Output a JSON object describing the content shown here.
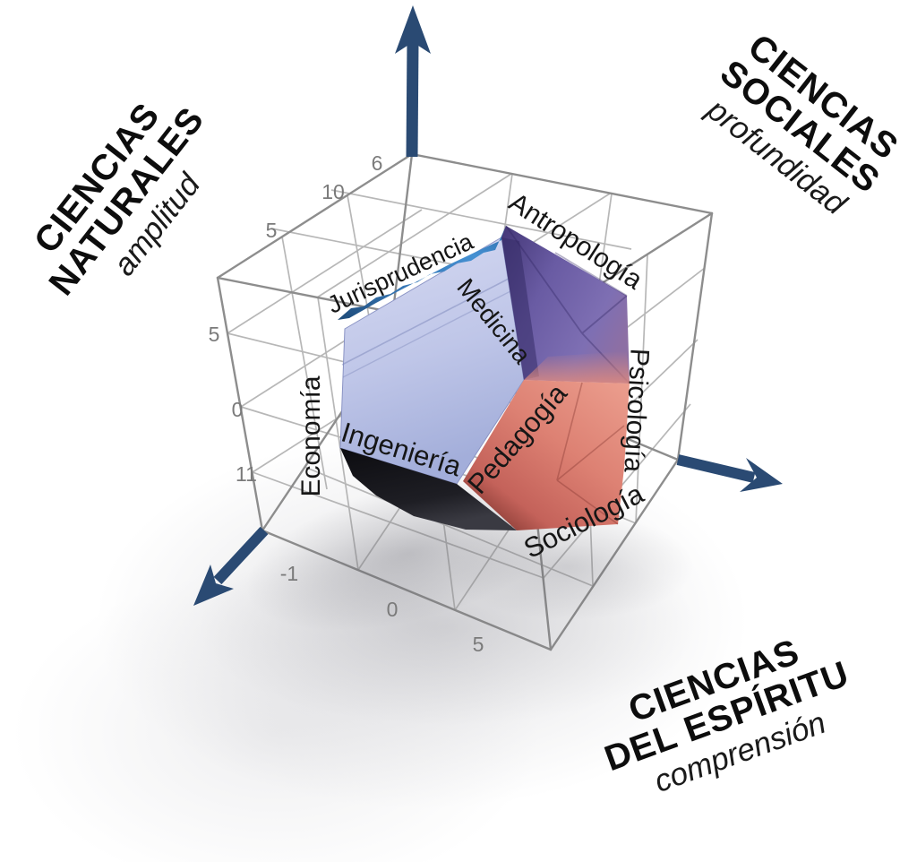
{
  "axis_labels": {
    "natural": {
      "line1": "CIENCIAS",
      "line2": "NATURALES",
      "sub": "amplitud"
    },
    "social": {
      "line1": "CIENCIAS",
      "line2": "SOCIALES",
      "sub": "profundidad"
    },
    "spirit": {
      "line1": "CIENCIAS",
      "line2": "DEL ESPÍRITU",
      "sub": "comprensión"
    }
  },
  "face_labels": {
    "jurisprudencia": "Jurisprudencia",
    "antropologia": "Antropología",
    "medicina": "Medicina",
    "psicologia": "Psicología",
    "economia": "Economía",
    "ingenieria": "Ingeniería",
    "pedagogia": "Pedagogía",
    "sociologia": "Sociología"
  },
  "ticks": {
    "vertical_top": "6",
    "upper_edge_1": "10",
    "upper_edge_2": "5",
    "left_edge_1": "5",
    "left_edge_2": "0",
    "left_edge_3": "11",
    "bottom_edge_1": "-1",
    "bottom_edge_2": "0",
    "bottom_edge_3": "5"
  },
  "colors": {
    "arrow": "#2A4A73",
    "blue_face": "#3D82C4",
    "purple_face": "#6C5EA6",
    "red_face": "#DD8173",
    "lavender_face": "#C2C8E9",
    "black_face": "#1A1A1E",
    "wireframe": "#9E9E9E"
  }
}
